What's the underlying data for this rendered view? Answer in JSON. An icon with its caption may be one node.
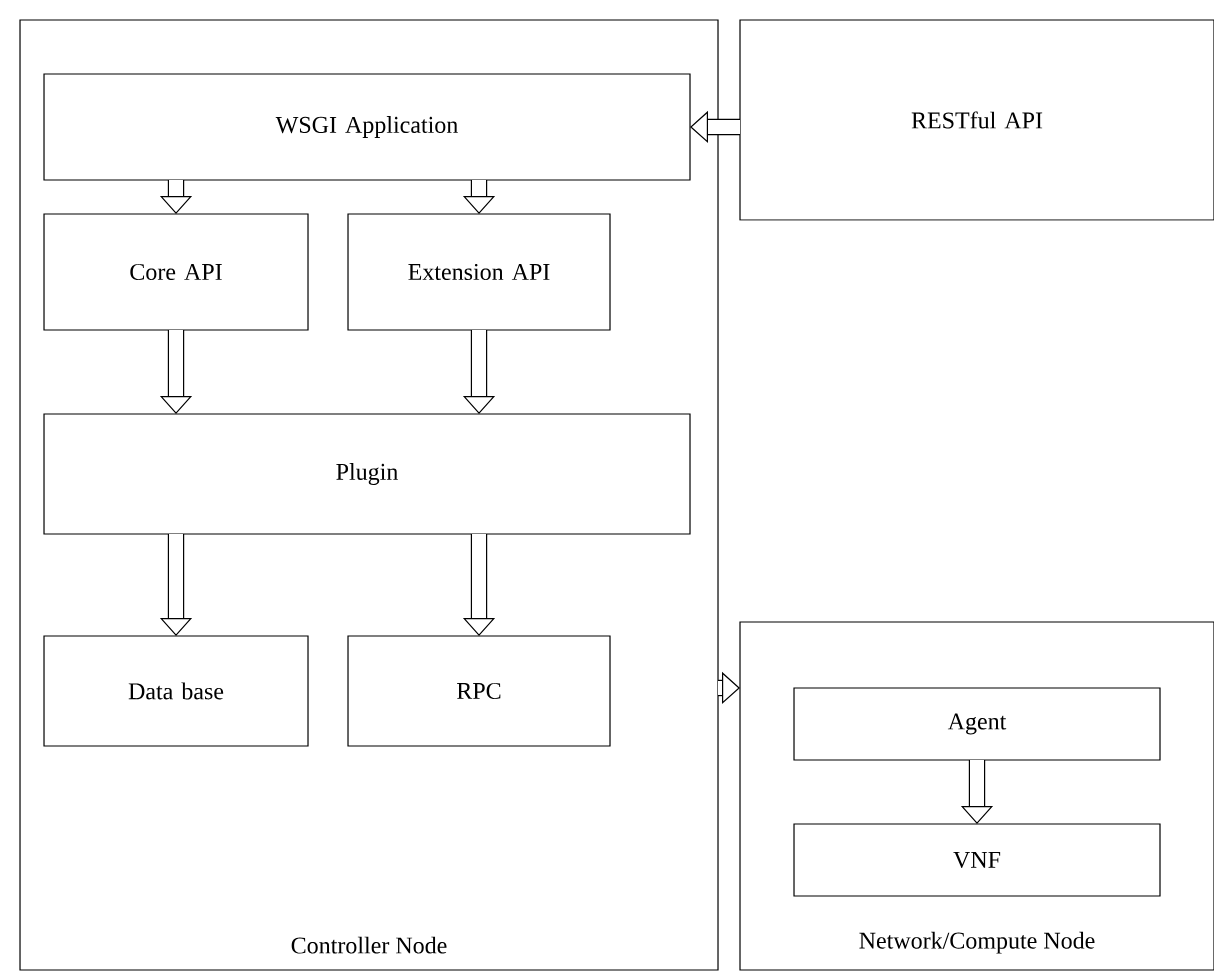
{
  "diagram": {
    "nodes": [
      {
        "text": [
          "Controller Node"
        ]
      },
      {
        "text": [
          "WSGI Application"
        ],
        "in": 0
      },
      {
        "text": [
          "Core API"
        ],
        "in": 0
      },
      {
        "text": [
          "Extension API"
        ],
        "in": 0
      },
      {
        "text": [
          "Plugin"
        ],
        "in": 0
      },
      {
        "text": [
          "Data base"
        ],
        "in": 0
      },
      {
        "text": [
          "RPC"
        ],
        "in": 0
      },
      {
        "text": [
          "RESTful API"
        ]
      },
      {
        "text": [
          "Network/Compute Node"
        ]
      },
      {
        "text": [
          "Agent"
        ],
        "in": 8
      },
      {
        "text": [
          "VNF"
        ],
        "in": 8
      }
    ],
    "edges": [
      {
        "from": 7,
        "to": 1,
        "arrow": "to"
      },
      {
        "from": 1,
        "to": 2,
        "arrow": "to"
      },
      {
        "from": 1,
        "to": 3,
        "arrow": "to"
      },
      {
        "from": 2,
        "to": 4,
        "arrow": "to"
      },
      {
        "from": 3,
        "to": 4,
        "arrow": "to"
      },
      {
        "from": 4,
        "to": 5,
        "arrow": "to"
      },
      {
        "from": 4,
        "to": 6,
        "arrow": "to"
      },
      {
        "from": 0,
        "to": 8,
        "arrow": "to"
      },
      {
        "from": 9,
        "to": 10,
        "arrow": "to"
      }
    ]
  }
}
